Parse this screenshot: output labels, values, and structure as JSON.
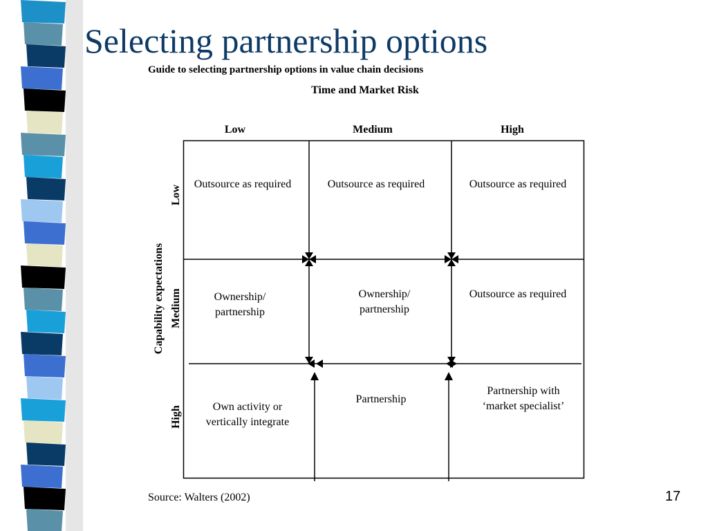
{
  "slide": {
    "title": "Selecting partnership options",
    "subtitle": "Guide to selecting partnership options in value chain decisions",
    "x_axis_title": "Time and Market Risk",
    "y_axis_title": "Capability expectations",
    "columns": [
      "Low",
      "Medium",
      "High"
    ],
    "rows": [
      "Low",
      "Medium",
      "High"
    ],
    "cells": [
      [
        "Outsource as required",
        "Outsource as required",
        "Outsource as required"
      ],
      [
        "Ownership/ partnership",
        "Ownership/ partnership",
        "Outsource as required"
      ],
      [
        "Own activity or vertically integrate",
        "Partnership",
        "Partnership with ‘market specialist’"
      ]
    ],
    "source": "Source: Walters (2002)",
    "page_number": "17"
  },
  "colors": {
    "title": "#0d3a66",
    "lines": "#000000"
  }
}
